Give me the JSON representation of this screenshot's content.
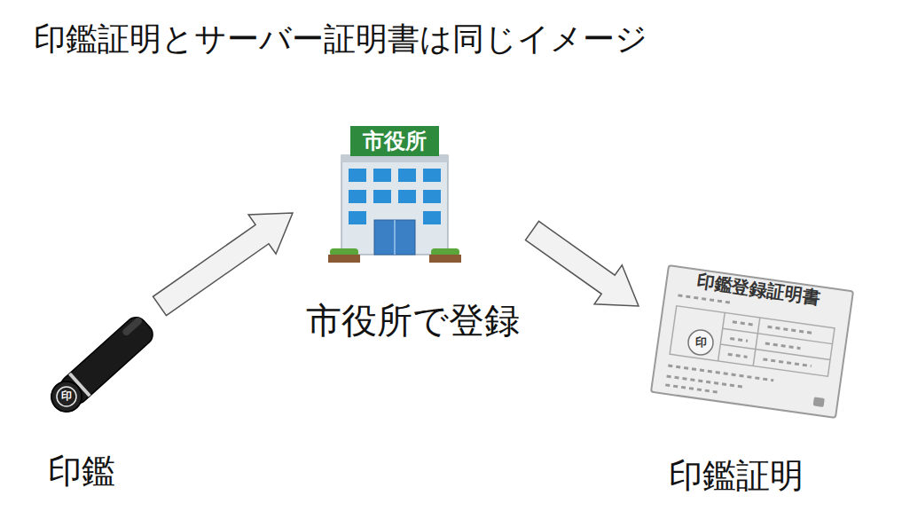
{
  "diagram": {
    "title": "印鑑証明とサーバー証明書は同じイメージ",
    "nodes": [
      {
        "text": [
          "印",
          "印鑑"
        ]
      },
      {
        "text": [
          "市役所",
          "市役所で登録"
        ]
      },
      {
        "text": [
          "印鑑登録証明書",
          "印",
          "印鑑証明"
        ]
      }
    ],
    "edges": [
      {
        "from": 0,
        "to": 1,
        "arrow": "to"
      },
      {
        "from": 1,
        "to": 2,
        "arrow": "to"
      }
    ]
  }
}
